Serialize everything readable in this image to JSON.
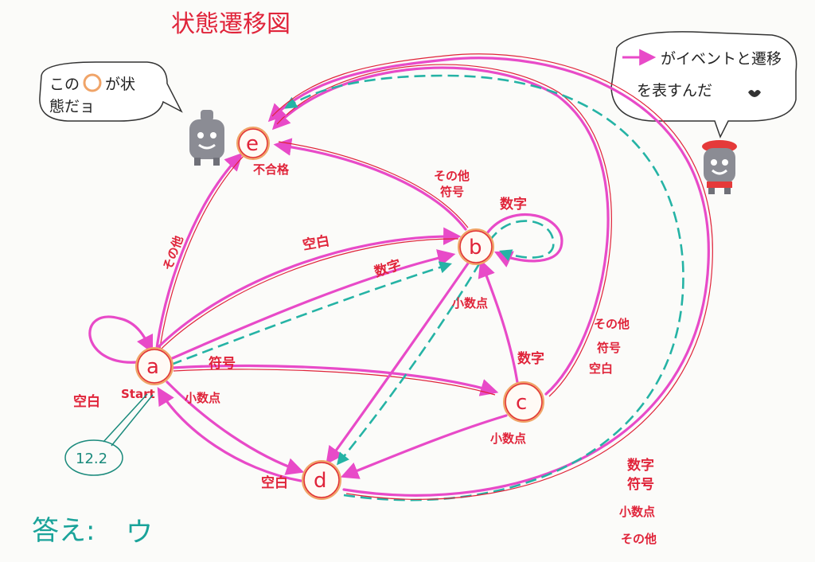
{
  "title": "状態遷移図",
  "bubble_left": {
    "line1_prefix": "この",
    "line1_suffix": "が状",
    "line2": "態だョ"
  },
  "bubble_right": {
    "line1": "がイベントと遷移",
    "line2": "を表すんだ"
  },
  "states": {
    "a": {
      "letter": "a",
      "caption": "Start"
    },
    "b": {
      "letter": "b"
    },
    "c": {
      "letter": "c"
    },
    "d": {
      "letter": "d"
    },
    "e": {
      "letter": "e",
      "caption": "不合格"
    }
  },
  "edge_labels": {
    "a_e": "その他",
    "a_b_space": "空白",
    "a_b_digit": "数字",
    "a_c": "符号",
    "a_d": "小数点",
    "a_self": "空白",
    "b_e_line1": "その他",
    "b_e_line2": "符号",
    "b_self": "数字",
    "b_d": "小数点",
    "c_b": "数字",
    "c_d": "小数点",
    "c_e_line1": "その他",
    "c_e_line2": "符号",
    "c_e_line3": "空白",
    "d_self": "空白",
    "d_e_line1": "数字",
    "d_e_line2": "符号",
    "d_e_line3": "小数点",
    "d_e_line4": "その他"
  },
  "note": "12.2",
  "answer": {
    "label": "答え:",
    "value": "ウ"
  },
  "colors": {
    "edge": "#e84ac8",
    "label": "#e0243a",
    "dashed": "#25b3a5",
    "state": "#f0a468"
  }
}
